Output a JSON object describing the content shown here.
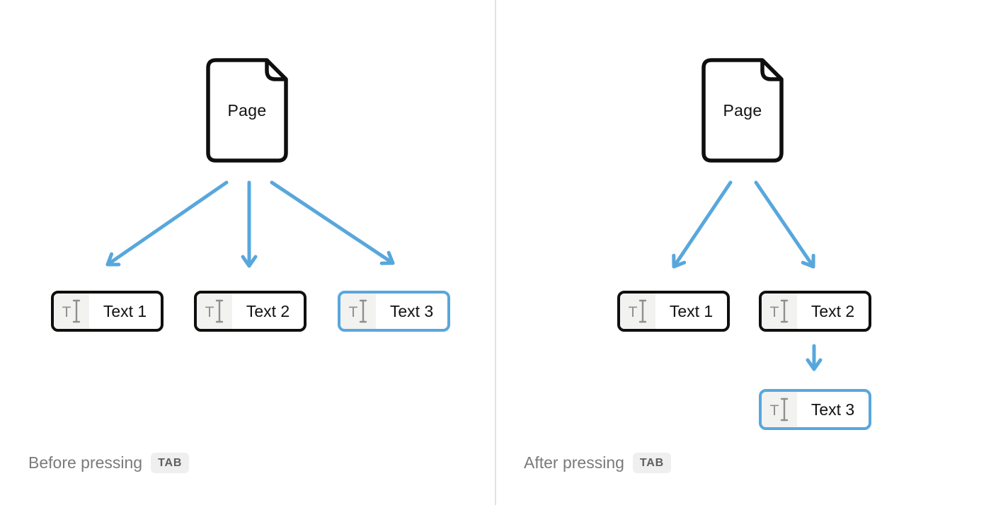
{
  "panels": {
    "before": {
      "page_label": "Page",
      "blocks": [
        {
          "label": "Text 1",
          "selected": false
        },
        {
          "label": "Text 2",
          "selected": false
        },
        {
          "label": "Text 3",
          "selected": true
        }
      ],
      "caption": "Before pressing",
      "key_badge": "TAB"
    },
    "after": {
      "page_label": "Page",
      "blocks": [
        {
          "label": "Text 1",
          "selected": false
        },
        {
          "label": "Text 2",
          "selected": false
        },
        {
          "label": "Text 3",
          "selected": true
        }
      ],
      "caption": "After pressing",
      "key_badge": "TAB"
    }
  },
  "glyphs": {
    "t": "T"
  },
  "icons": {
    "page": "page-document-icon",
    "text_block": "text-block-icon",
    "text_cursor": "text-cursor-ibeam-icon",
    "arrow": "arrow-down-icon"
  },
  "colors": {
    "accent_blue": "#58a7dc",
    "stroke_black": "#0f0f0f",
    "icon_gray": "#8f8f8f",
    "icon_area_bg": "#f2f2f1",
    "caption_gray": "#7a7a7a",
    "badge_bg": "#efefef",
    "badge_text": "#5e5e5e",
    "divider": "#e1e1e1",
    "background": "#ffffff"
  }
}
